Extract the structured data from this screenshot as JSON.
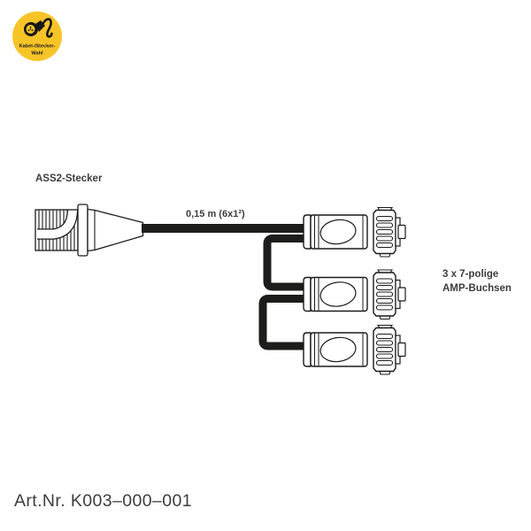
{
  "logo": {
    "text_line1": "Kabel-/Stecker-",
    "text_line2": "Wahl",
    "bg_color": "#F7C428"
  },
  "diagram": {
    "plug_label": "ASS2-Stecker",
    "cable_label": "0,15 m (6x1²)",
    "sockets_label_line1": "3 x 7-polige",
    "sockets_label_line2": "AMP-Buchsen",
    "socket_count": 3
  },
  "footer": {
    "article_number": "Art.Nr. K003–000–001"
  },
  "colors": {
    "background": "#ffffff",
    "line_art": "#1a1a1a",
    "cable": "#1d1d1b",
    "text": "#3c3c3c",
    "logo_yellow": "#F7C428"
  }
}
